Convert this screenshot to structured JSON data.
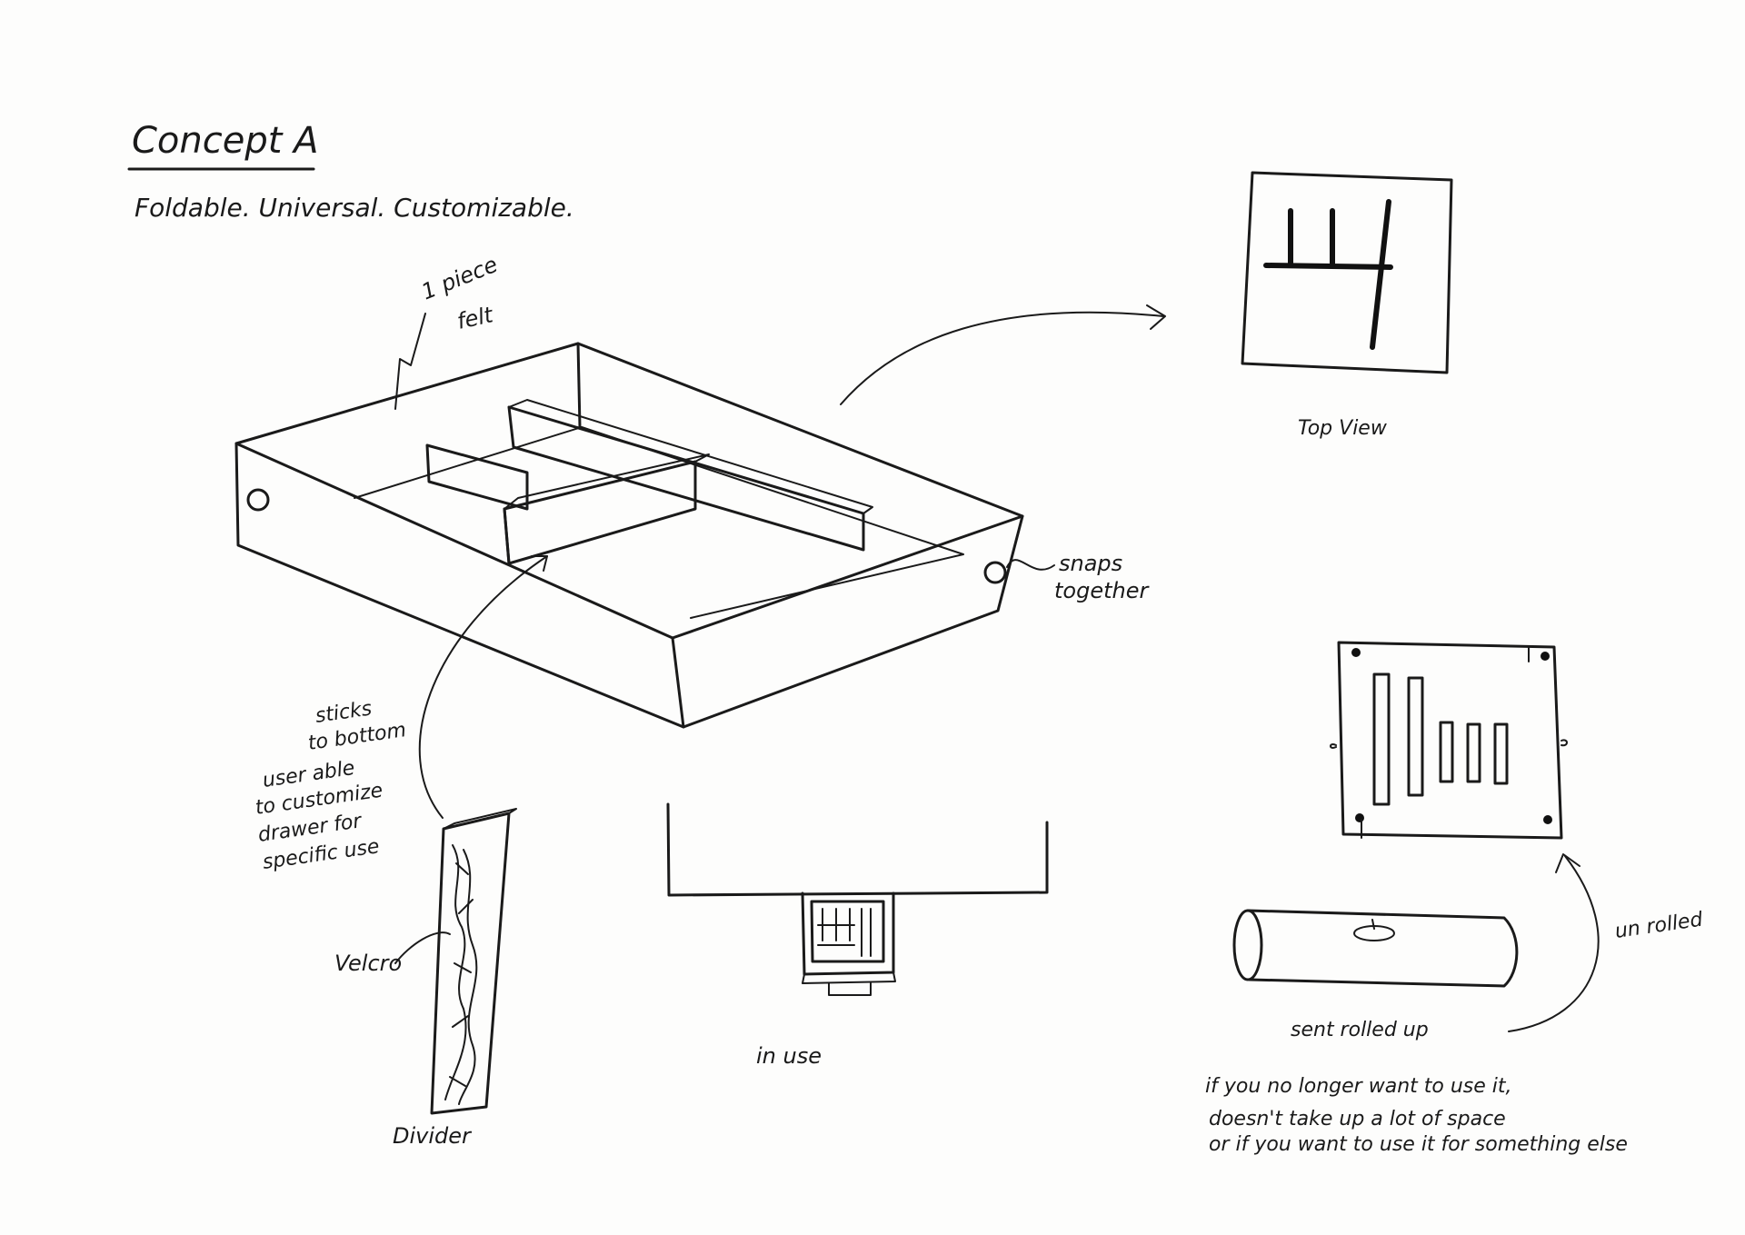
{
  "title": "Concept A",
  "subtitle": "Foldable. Universal. Customizable.",
  "labels": {
    "felt": [
      "1 piece",
      "felt"
    ],
    "snaps": [
      "snaps",
      "together"
    ],
    "top_view": "Top View",
    "sticks": [
      "sticks",
      "to bottom"
    ],
    "user_able": [
      "user able",
      "to customize",
      "drawer for",
      "specific use"
    ],
    "velcro": "Velcro",
    "divider": "Divider",
    "in_use": "in  use",
    "unrolled": "un rolled",
    "sent_rolled": "sent  rolled  up",
    "reason": [
      "if you  no  longer  want  to  use it,",
      "doesn't  take  up  a  lot  of  space",
      "or  if  you  want  to  use  it  for  something  else"
    ]
  }
}
